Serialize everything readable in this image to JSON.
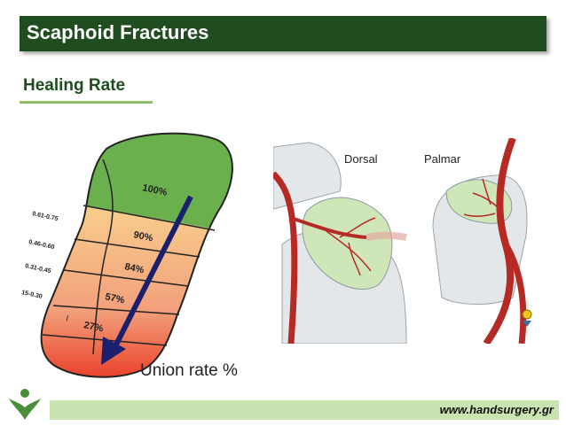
{
  "header": {
    "title": "Scaphoid Fractures"
  },
  "section": {
    "subtitle": "Healing Rate"
  },
  "scaphoid_figure": {
    "zones": [
      {
        "range": "",
        "percent": "100%"
      },
      {
        "range": "0.61-0.75",
        "percent": "90%"
      },
      {
        "range": "0.46-0.60",
        "percent": "84%"
      },
      {
        "range": "0.31-0.45",
        "percent": "57%"
      },
      {
        "range": "15-0.30",
        "percent": "27%"
      }
    ],
    "marker": "I",
    "caption": "Union rate %",
    "colors": {
      "top": "#6ab04c",
      "mid": "#f7d26a",
      "bottom": "#e8321d",
      "arrow": "#1a1f6e"
    }
  },
  "vascular_figure": {
    "left_label": "Dorsal",
    "right_label": "Palmar",
    "colors": {
      "artery": "#b52a24",
      "bone": "#e4e7ea",
      "highlight": "#cfe6b8"
    }
  },
  "footer": {
    "website": "www.handsurgery.gr"
  }
}
